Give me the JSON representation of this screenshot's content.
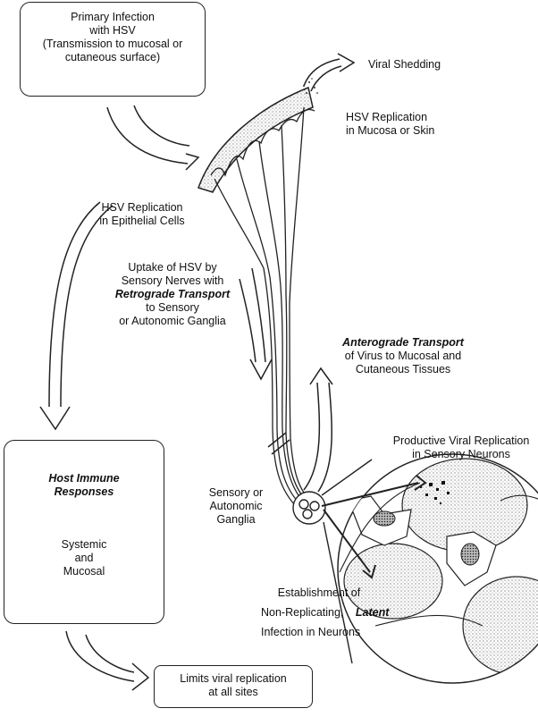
{
  "primary_infection": {
    "line1": "Primary Infection",
    "line2": "with HSV",
    "line3": "(Transmission to mucosal or",
    "line4": "cutaneous surface)"
  },
  "viral_shedding": "Viral Shedding",
  "hsv_replication_mucosa": {
    "line1": "HSV Replication",
    "line2": "in Mucosa or Skin"
  },
  "hsv_replication_epithelial": {
    "line1": "HSV Replication",
    "line2": "in Epithelial Cells"
  },
  "uptake": {
    "line1": "Uptake of HSV by",
    "line2": "Sensory Nerves with",
    "line3_emph": "Retrograde Transport",
    "line4": "to Sensory",
    "line5": "or Autonomic Ganglia"
  },
  "anterograde": {
    "line1_emph": "Anterograde Transport",
    "line2": "of Virus to Mucosal and",
    "line3": "Cutaneous Tissues"
  },
  "productive": {
    "line1": "Productive Viral Replication",
    "line2": "in Sensory Neurons"
  },
  "ganglia": {
    "line1": "Sensory or",
    "line2": "Autonomic",
    "line3": "Ganglia"
  },
  "host_immune": {
    "title_line1": "Host Immune",
    "title_line2": "Responses",
    "line1": "Systemic",
    "line2": "and",
    "line3": "Mucosal"
  },
  "latent": {
    "line1": "Establishment of",
    "line2": "Non-Replicating,",
    "line2_emph": "Latent",
    "line3": "Infection in Neurons"
  },
  "limits": {
    "line1": "Limits viral replication",
    "line2": "at all sites"
  }
}
